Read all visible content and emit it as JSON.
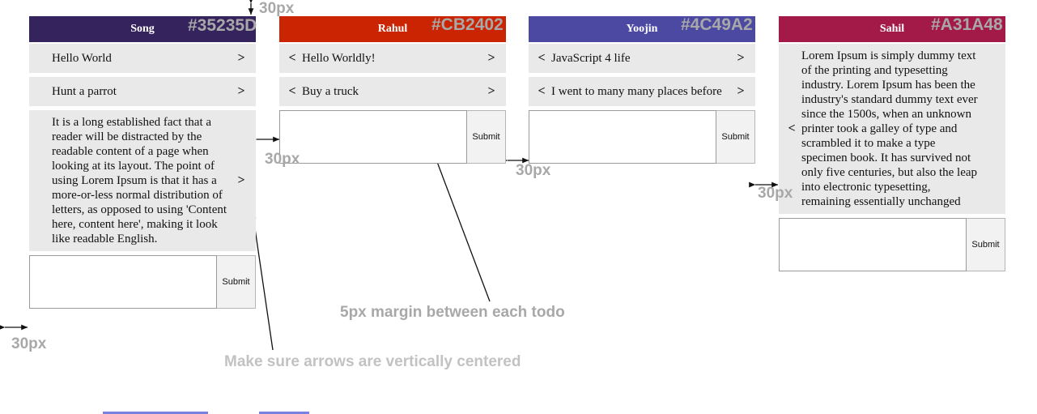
{
  "columns": [
    {
      "name": "Song",
      "color": "#35235D",
      "hex_label": "#35235D",
      "todos": [
        {
          "text": "Hello World",
          "left_arrow": false,
          "right_arrow": true
        },
        {
          "text": "Hunt a parrot",
          "left_arrow": false,
          "right_arrow": true
        },
        {
          "text": "It is a long established fact that a reader will be distracted by the readable content of a page when looking at its layout. The point of using Lorem Ipsum is that it has a more-or-less normal distribution of letters, as opposed to using 'Content here, content here', making it look like readable English.",
          "left_arrow": false,
          "right_arrow": true
        }
      ],
      "composer": {
        "value": "",
        "placeholder": "",
        "submit_label": "Submit"
      }
    },
    {
      "name": "Rahul",
      "color": "#CB2402",
      "hex_label": "#CB2402",
      "todos": [
        {
          "text": "Hello Worldly!",
          "left_arrow": true,
          "right_arrow": true
        },
        {
          "text": "Buy a truck",
          "left_arrow": true,
          "right_arrow": true
        }
      ],
      "composer": {
        "value": "",
        "placeholder": "",
        "submit_label": "Submit"
      }
    },
    {
      "name": "Yoojin",
      "color": "#4C49A2",
      "hex_label": "#4C49A2",
      "todos": [
        {
          "text": "JavaScript 4 life",
          "left_arrow": true,
          "right_arrow": true
        },
        {
          "text": "I went to many many places before",
          "left_arrow": true,
          "right_arrow": true
        }
      ],
      "composer": {
        "value": "",
        "placeholder": "",
        "submit_label": "Submit"
      }
    },
    {
      "name": "Sahil",
      "color": "#A31A48",
      "hex_label": "#A31A48",
      "todos": [
        {
          "text": "Lorem Ipsum is simply dummy text of the printing and typesetting industry. Lorem Ipsum has been the industry's standard dummy text ever since the 1500s, when an unknown printer took a galley of type and scrambled it to make a type specimen book. It has survived not only five centuries, but also the leap into electronic typesetting, remaining essentially unchanged",
          "left_arrow": true,
          "right_arrow": false
        }
      ],
      "composer": {
        "value": "",
        "placeholder": "",
        "submit_label": "Submit"
      }
    }
  ],
  "annotations": {
    "top_gap": "30px",
    "left_gap_col0": "30px",
    "left_gap_col1": "30px",
    "left_gap_col2": "30px",
    "left_gap_col3": "30px",
    "margin_note": "5px margin between each todo",
    "arrow_note": "Make sure arrows are vertically centered"
  }
}
